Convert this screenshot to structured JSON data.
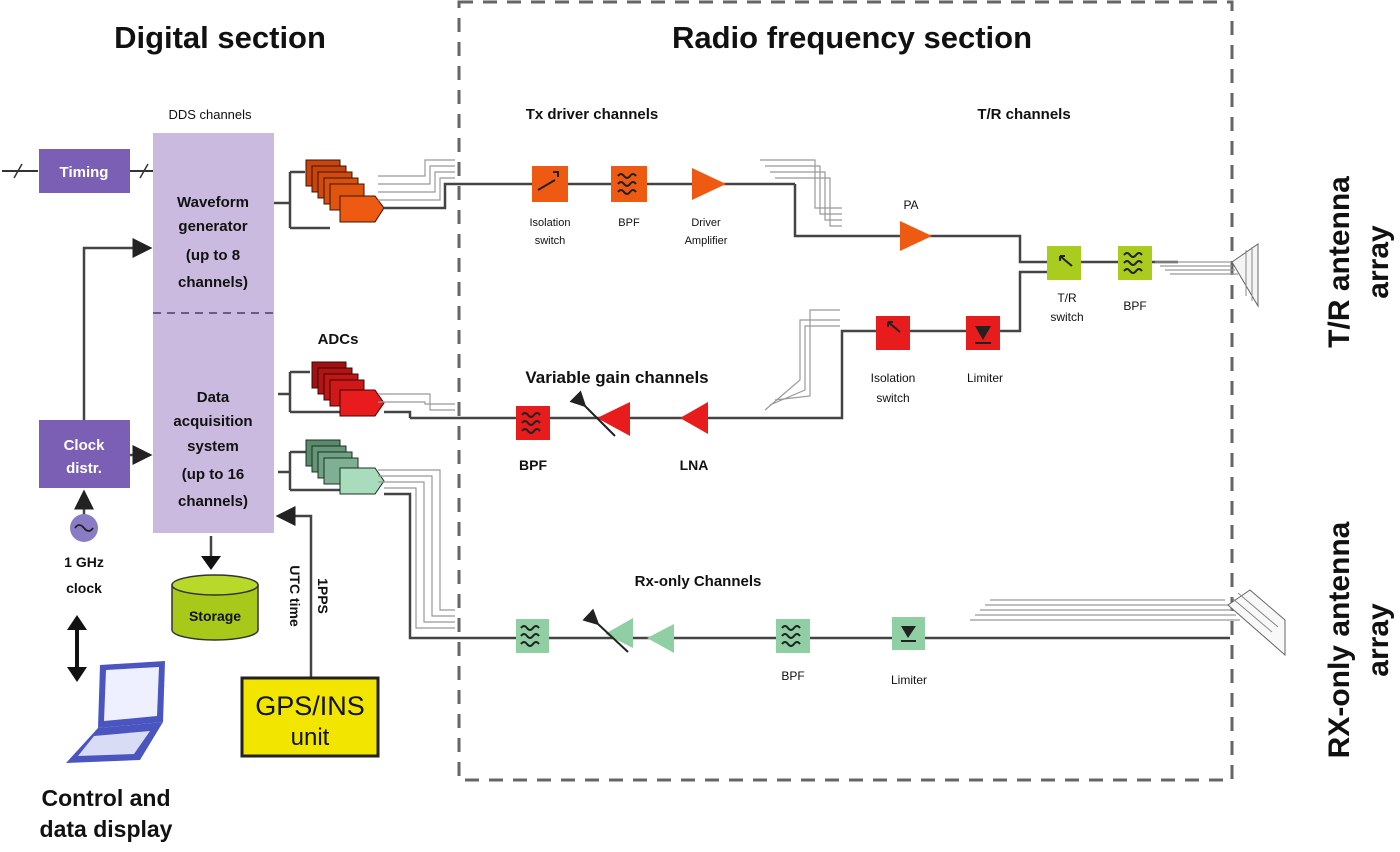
{
  "sections": {
    "digital_title": "Digital section",
    "rf_title": "Radio frequency section"
  },
  "digital": {
    "dds_label": "DDS channels",
    "timing": "Timing",
    "waveform": [
      "Waveform",
      "generator",
      "(up to 8",
      "channels)"
    ],
    "adcs_label": "ADCs",
    "daq": [
      "Data",
      "acquisition",
      "system",
      "(up to 16",
      "channels)"
    ],
    "clock_distr": [
      "Clock",
      "distr."
    ],
    "clock_src": [
      "1 GHz",
      "clock"
    ],
    "storage": "Storage",
    "gps": [
      "GPS/INS",
      "unit"
    ],
    "pps": "1PPS",
    "utc": "UTC time",
    "control": [
      "Control and",
      "data display"
    ]
  },
  "rf": {
    "tx_driver_title": "Tx driver channels",
    "tr_title": "T/R channels",
    "vg_title": "Variable gain channels",
    "rx_only_title": "Rx-only Channels",
    "tx_isolation": [
      "Isolation",
      "switch"
    ],
    "tx_bpf": "BPF",
    "driver_amp": [
      "Driver",
      "Amplifier"
    ],
    "pa": "PA",
    "tr_switch": [
      "T/R",
      "switch"
    ],
    "tr_bpf": "BPF",
    "rx_isolation": [
      "Isolation",
      "switch"
    ],
    "rx_limiter": "Limiter",
    "vg_bpf": "BPF",
    "lna": "LNA",
    "rxo_bpf": "BPF",
    "rxo_limiter": "Limiter"
  },
  "antennas": {
    "tr": [
      "T/R antenna",
      "array"
    ],
    "rx": [
      "RX-only antenna",
      "array"
    ]
  },
  "colors": {
    "purple_block": "#7b5fb4",
    "lavender_block": "#cbbadf",
    "tx_orange": "#ee5a12",
    "rx_red": "#e81c1c",
    "tr_green": "#a9cc1e",
    "rxonly_green": "#8fcfa3",
    "gps_yellow": "#f2e600",
    "storage_green": "#a8c81a"
  }
}
